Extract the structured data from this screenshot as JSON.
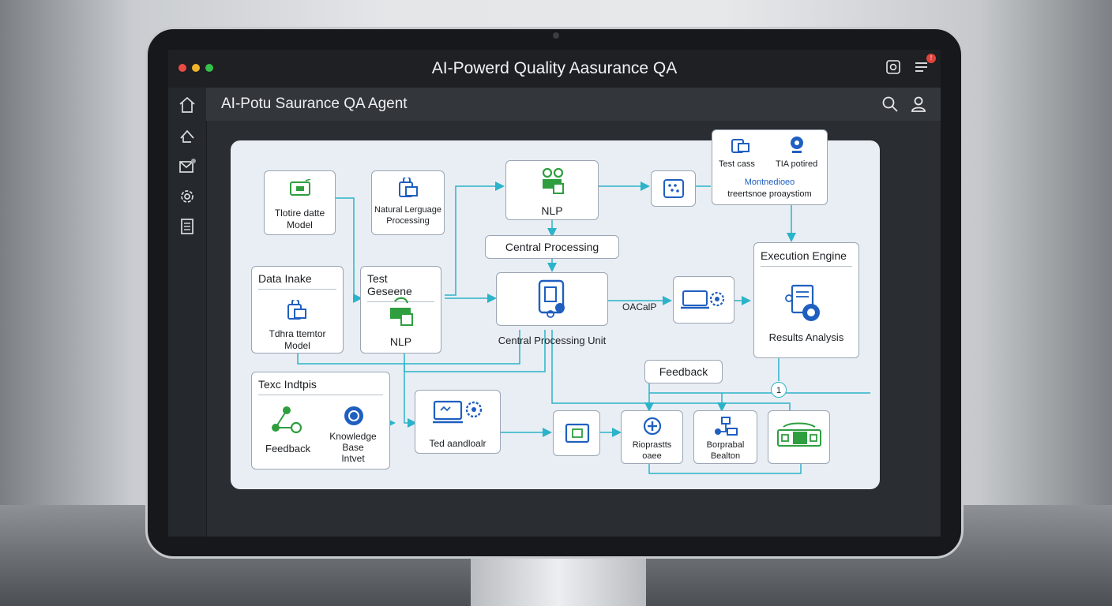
{
  "window": {
    "title": "AI-Powerd Quality Aasurance QA",
    "notification_count": "!"
  },
  "header": {
    "title": "AI-Potu Saurance QA Agent"
  },
  "sidebar": {
    "items": [
      "home-icon",
      "upload-icon",
      "mail-icon",
      "settings-icon",
      "document-icon"
    ]
  },
  "diagram": {
    "nodes": {
      "model_top": {
        "line1": "Tlotire datte",
        "line2": "Model"
      },
      "nlu": {
        "line1": "Natural Lerguage",
        "line2": "Processing"
      },
      "nlp_top": {
        "label": "NLP"
      },
      "central_processing": {
        "label": "Central Processing"
      },
      "test_case_box": {
        "left_label": "Test cass",
        "right_label": "TIA potired",
        "line3": "Montnedioeo",
        "line4": "treertsnoe proaystiom"
      },
      "data_intake": {
        "header": "Data Inake",
        "line1": "Tdhra ttemtor",
        "line2": "Model"
      },
      "test_gen": {
        "header": "Test Geseene",
        "label": "NLP"
      },
      "cpu": {
        "label": "Central Processing Unit"
      },
      "oacal_label": "OACalP",
      "execution_engine": {
        "header": "Execution Engine",
        "label": "Results Analysis"
      },
      "feedback_top": {
        "label": "Feedback"
      },
      "text_inputs": {
        "header": "Texc Indtpis",
        "left_label": "Feedback",
        "right_line1": "Knowledge",
        "right_line2": "Base",
        "right_line3": "Intvet"
      },
      "test_dashboard": {
        "label": "Ted aandloalr"
      },
      "rioprats": {
        "line1": "Rioprastts",
        "line2": "oaee"
      },
      "borprabal": {
        "line1": "Borprabal",
        "line2": "Bealton"
      },
      "loop_marker": "1"
    }
  },
  "colors": {
    "accent_green": "#2e9e3f",
    "accent_blue": "#1f5fbf",
    "connector_cyan": "#2bb3c9"
  }
}
